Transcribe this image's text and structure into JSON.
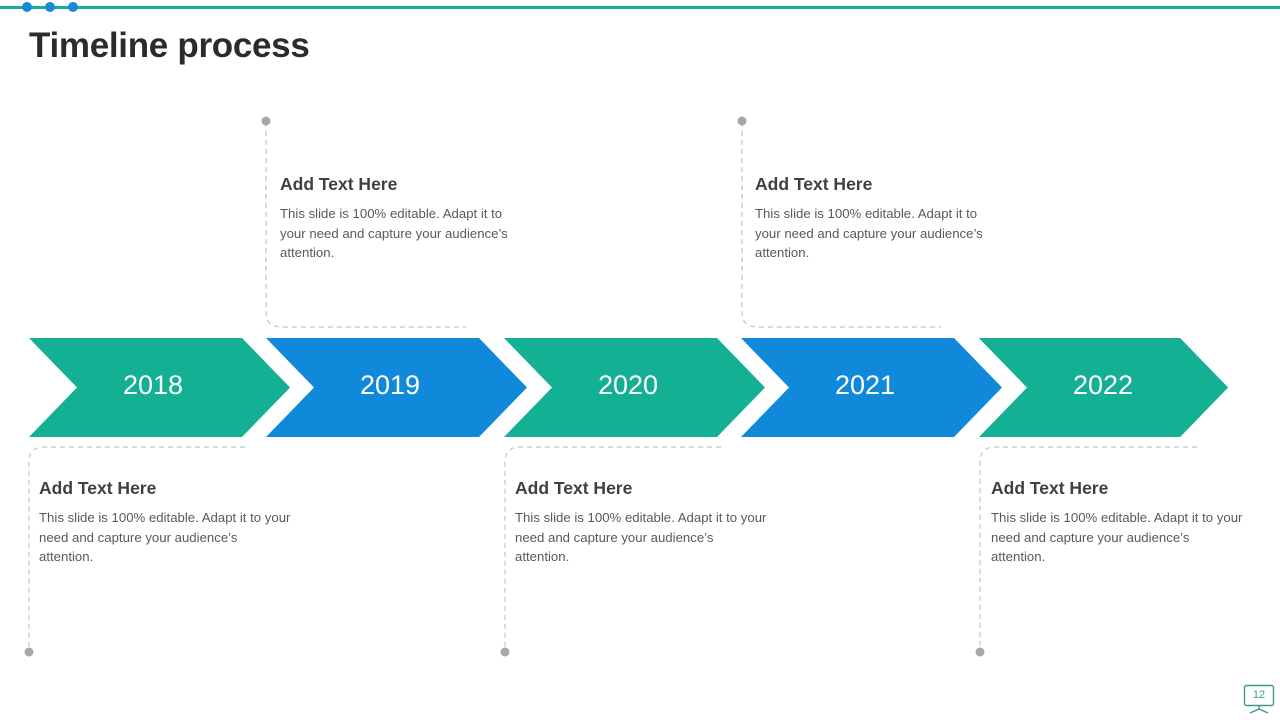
{
  "slide": {
    "title": "Timeline process",
    "page_number": "12",
    "page_badge_icon": "presentation-board-icon"
  },
  "decor": {
    "rule_color": "#16AE96",
    "dot_color": "#1789D6",
    "dot_count": 3
  },
  "theme": {
    "green": "#13B093",
    "blue": "#1089DB",
    "heading_color": "#404040",
    "body_color": "#58595B",
    "connector_color": "#BFBFBF",
    "connector_dot_color": "#A6A6A6"
  },
  "timeline": {
    "steps": [
      {
        "year": "2018",
        "color": "#13B093",
        "side": "bottom"
      },
      {
        "year": "2019",
        "color": "#1089DB",
        "side": "top"
      },
      {
        "year": "2020",
        "color": "#13B093",
        "side": "bottom"
      },
      {
        "year": "2021",
        "color": "#1089DB",
        "side": "top"
      },
      {
        "year": "2022",
        "color": "#13B093",
        "side": "bottom"
      }
    ]
  },
  "blocks": {
    "top": [
      {
        "heading": "Add Text Here",
        "body": "This slide is 100% editable. Adapt it to your need and capture your audience’s attention."
      },
      {
        "heading": "Add Text Here",
        "body": "This slide is 100% editable. Adapt it to your need and capture your audience’s attention."
      }
    ],
    "bottom": [
      {
        "heading": "Add Text Here",
        "body": "This slide is 100% editable. Adapt it to your need and capture your audience’s attention."
      },
      {
        "heading": "Add Text Here",
        "body": "This slide is 100% editable. Adapt it to your need and capture your audience’s attention."
      },
      {
        "heading": "Add Text Here",
        "body": "This slide is 100% editable. Adapt it to your need and capture your audience’s attention."
      }
    ]
  }
}
